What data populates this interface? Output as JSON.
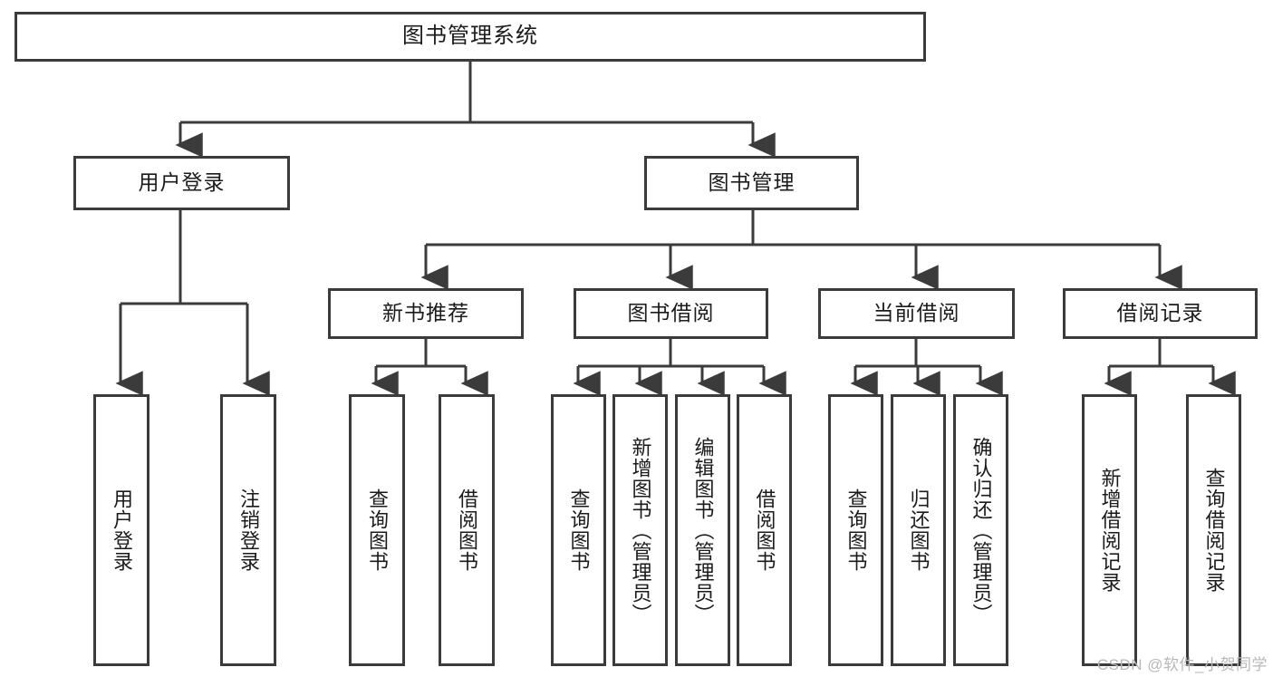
{
  "diagram": {
    "title": "图书管理系统",
    "type": "tree-hierarchy",
    "root": {
      "label": "图书管理系统"
    },
    "level2": [
      {
        "id": "user-login",
        "label": "用户登录"
      },
      {
        "id": "book-manage",
        "label": "图书管理"
      }
    ],
    "level3": [
      {
        "id": "new-book-recommend",
        "label": "新书推荐",
        "parent": "book-manage"
      },
      {
        "id": "book-borrow",
        "label": "图书借阅",
        "parent": "book-manage"
      },
      {
        "id": "current-borrow",
        "label": "当前借阅",
        "parent": "book-manage"
      },
      {
        "id": "borrow-record",
        "label": "借阅记录",
        "parent": "book-manage"
      }
    ],
    "leaves": {
      "user-login": [
        {
          "id": "leaf-user-login",
          "label": "用户登录"
        },
        {
          "id": "leaf-user-logout",
          "label": "注销登录"
        }
      ],
      "new-book-recommend": [
        {
          "id": "leaf-query-book-1",
          "label": "查询图书"
        },
        {
          "id": "leaf-borrow-book-1",
          "label": "借阅图书"
        }
      ],
      "book-borrow": [
        {
          "id": "leaf-query-book-2",
          "label": "查询图书"
        },
        {
          "id": "leaf-add-book",
          "label": "新增图书（管理员）"
        },
        {
          "id": "leaf-edit-book",
          "label": "编辑图书（管理员）"
        },
        {
          "id": "leaf-borrow-book-2",
          "label": "借阅图书"
        }
      ],
      "current-borrow": [
        {
          "id": "leaf-query-book-3",
          "label": "查询图书"
        },
        {
          "id": "leaf-return-book",
          "label": "归还图书"
        },
        {
          "id": "leaf-confirm-return",
          "label": "确认归还（管理员）"
        }
      ],
      "borrow-record": [
        {
          "id": "leaf-add-record",
          "label": "新增借阅记录"
        },
        {
          "id": "leaf-query-record",
          "label": "查询借阅记录"
        }
      ]
    }
  },
  "watermark": {
    "text": "CSDN @软件_小贺同学"
  },
  "colors": {
    "line": "#3b3b3b",
    "box_border": "#3b3b3b",
    "box_fill": "#ffffff",
    "text": "#1b1b1b",
    "watermark": "#b8b8b8",
    "background": "#ffffff"
  }
}
